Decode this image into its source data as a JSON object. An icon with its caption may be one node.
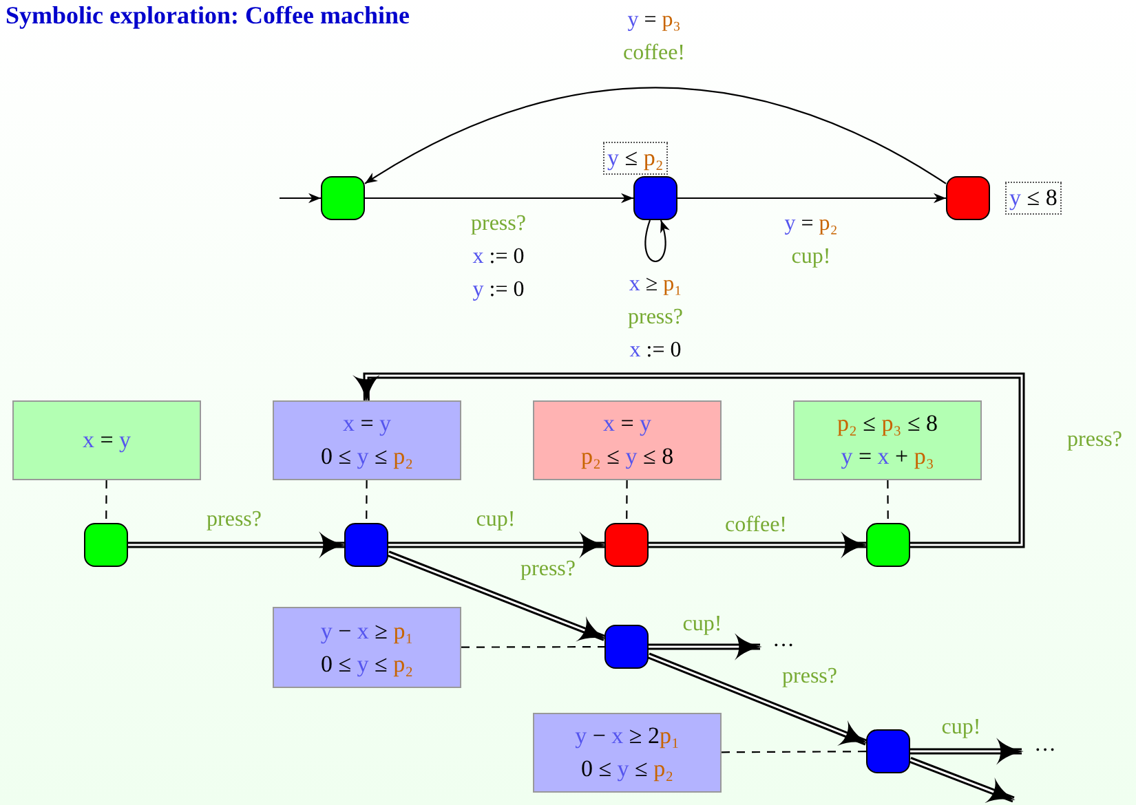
{
  "diagram": {
    "title": "Symbolic exploration: Coffee machine",
    "nodes": [
      {
        "text": [],
        "shape": "box"
      },
      {
        "text": [],
        "shape": "box",
        "beside": [
          "y ≤ p₂"
        ]
      },
      {
        "text": [],
        "shape": "box",
        "beside": [
          "y ≤ 8"
        ]
      },
      {
        "text": [
          "x = y"
        ]
      },
      {
        "text": [
          "x = y",
          "0 ≤ y ≤ p₂"
        ]
      },
      {
        "text": [
          "x = y",
          "p₂ ≤ y ≤ 8"
        ]
      },
      {
        "text": [
          "p₂ ≤ p₃ ≤ 8",
          "y = x + p₃"
        ]
      },
      {
        "text": [],
        "shape": "box"
      },
      {
        "text": [],
        "shape": "box"
      },
      {
        "text": [],
        "shape": "box"
      },
      {
        "text": [],
        "shape": "box"
      },
      {
        "text": [
          "y − x ≥ p₁",
          "0 ≤ y ≤ p₂"
        ]
      },
      {
        "text": [],
        "shape": "box"
      },
      {
        "text": [
          "···"
        ]
      },
      {
        "text": [
          "y − x ≥ 2p₁",
          "0 ≤ y ≤ p₂"
        ]
      },
      {
        "text": [],
        "shape": "box"
      },
      {
        "text": [
          "···"
        ]
      }
    ],
    "edges": [
      {
        "from": null,
        "to": 0,
        "arrow": "to"
      },
      {
        "from": 0,
        "to": 1,
        "arrow": "to",
        "label": "press? x := 0 y := 0"
      },
      {
        "from": 1,
        "to": 1,
        "arrow": "to",
        "label": "x ≥ p₁ press? x := 0"
      },
      {
        "from": 1,
        "to": 2,
        "arrow": "to",
        "label": "y = p₂ cup!"
      },
      {
        "from": 2,
        "to": 0,
        "arrow": "to",
        "label": "y = p₃ coffee!"
      },
      {
        "from": 3,
        "to": 7,
        "arrow": "none",
        "style": "dashed"
      },
      {
        "from": 4,
        "to": 8,
        "arrow": "none",
        "style": "dashed"
      },
      {
        "from": 5,
        "to": 9,
        "arrow": "none",
        "style": "dashed"
      },
      {
        "from": 6,
        "to": 10,
        "arrow": "none",
        "style": "dashed"
      },
      {
        "from": 7,
        "to": 8,
        "arrow": "to",
        "style": "thick",
        "label": "press?"
      },
      {
        "from": 8,
        "to": 9,
        "arrow": "to",
        "style": "thick",
        "label": "cup!"
      },
      {
        "from": 9,
        "to": 10,
        "arrow": "to",
        "style": "thick",
        "label": "coffee!"
      },
      {
        "from": 10,
        "to": 4,
        "arrow": "to",
        "style": "thick",
        "label": "press?"
      },
      {
        "from": 8,
        "to": 12,
        "arrow": "to",
        "style": "thick",
        "label": "press?"
      },
      {
        "from": 11,
        "to": 12,
        "arrow": "none",
        "style": "dashed"
      },
      {
        "from": 12,
        "to": 13,
        "arrow": "to",
        "style": "thick",
        "label": "cup!"
      },
      {
        "from": 12,
        "to": 15,
        "arrow": "to",
        "style": "thick",
        "label": "press?"
      },
      {
        "from": 14,
        "to": 15,
        "arrow": "none",
        "style": "dashed"
      },
      {
        "from": 15,
        "to": 16,
        "arrow": "to",
        "style": "thick",
        "label": "cup!"
      },
      {
        "from": 15,
        "to": null,
        "arrow": "to",
        "style": "thick"
      }
    ]
  }
}
